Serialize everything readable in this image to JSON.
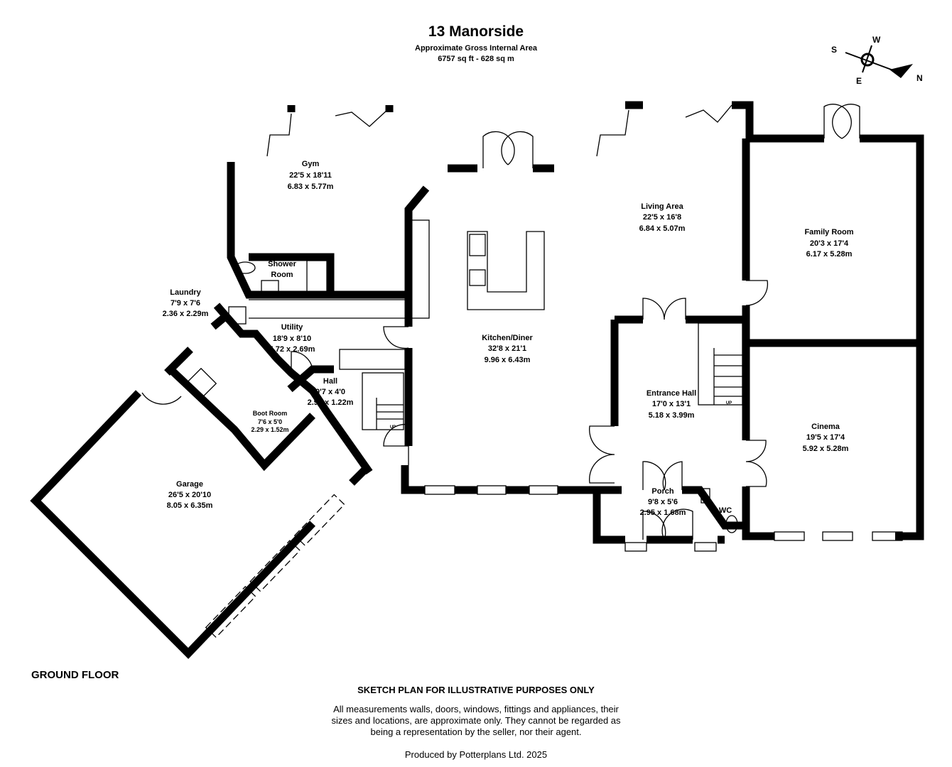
{
  "header": {
    "title": "13 Manorside",
    "subtitle": "Approximate Gross Internal Area",
    "area": "6757 sq ft - 628 sq m"
  },
  "compass": {
    "n": "N",
    "s": "S",
    "e": "E",
    "w": "W"
  },
  "floor_label": "GROUND FLOOR",
  "rooms": {
    "gym": {
      "name": "Gym",
      "imperial": "22'5 x 18'11",
      "metric": "6.83 x 5.77m"
    },
    "shower": {
      "name": "Shower",
      "name2": "Room"
    },
    "laundry": {
      "name": "Laundry",
      "imperial": "7'9 x 7'6",
      "metric": "2.36 x 2.29m"
    },
    "utility": {
      "name": "Utility",
      "imperial": "18'9 x 8'10",
      "metric": "5.72 x 2.69m"
    },
    "hall": {
      "name": "Hall",
      "imperial": "9'7 x 4'0",
      "metric": "2.92 x 1.22m"
    },
    "boot": {
      "name": "Boot Room",
      "imperial": "7'6 x 5'0",
      "metric": "2.29 x 1.52m"
    },
    "garage": {
      "name": "Garage",
      "imperial": "26'5 x 20'10",
      "metric": "8.05 x 6.35m"
    },
    "kitchen": {
      "name": "Kitchen/Diner",
      "imperial": "32'8 x 21'1",
      "metric": "9.96 x 6.43m"
    },
    "living": {
      "name": "Living Area",
      "imperial": "22'5 x 16'8",
      "metric": "6.84 x 5.07m"
    },
    "family": {
      "name": "Family Room",
      "imperial": "20'3 x 17'4",
      "metric": "6.17 x 5.28m"
    },
    "entrance": {
      "name": "Entrance Hall",
      "imperial": "17'0 x 13'1",
      "metric": "5.18 x 3.99m"
    },
    "cinema": {
      "name": "Cinema",
      "imperial": "19'5 x 17'4",
      "metric": "5.92 x 5.28m"
    },
    "porch": {
      "name": "Porch",
      "imperial": "9'8 x 5'6",
      "metric": "2.95 x 1.68m"
    },
    "wc": {
      "name": "WC"
    }
  },
  "stairs_label": "UP",
  "disclaimer": {
    "title": "SKETCH PLAN FOR ILLUSTRATIVE PURPOSES ONLY",
    "line1": "All measurements walls, doors, windows, fittings and appliances, their",
    "line2": "sizes and locations, are approximate only. They cannot be regarded as",
    "line3": "being a representation by the seller, nor their agent."
  },
  "produced_by": "Produced by Potterplans Ltd. 2025"
}
